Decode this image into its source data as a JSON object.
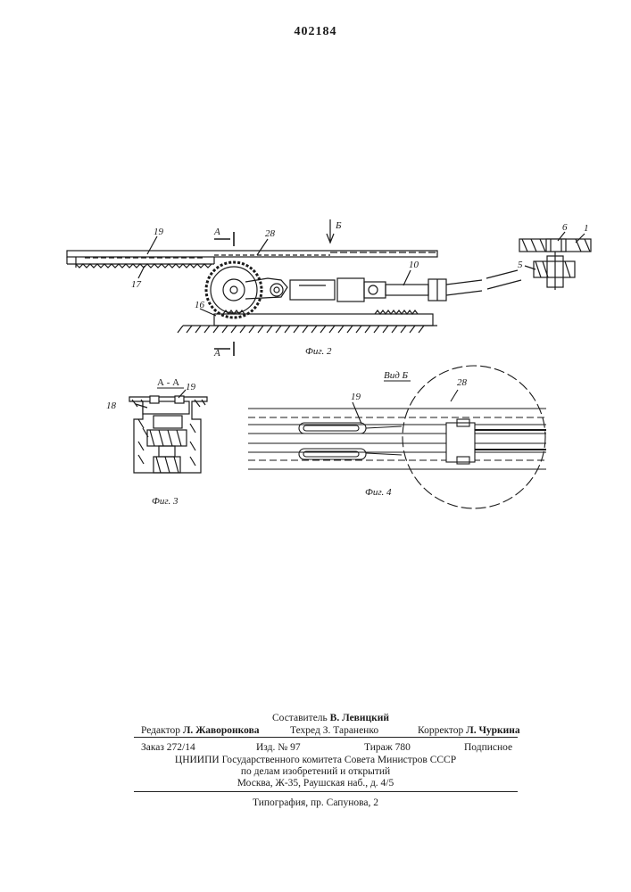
{
  "patent_number": "402184",
  "fig2": {
    "caption": "Фиг. 2",
    "section_letter": "А",
    "view_letter": "Б",
    "labels": [
      "19",
      "28",
      "17",
      "16",
      "10",
      "6",
      "1",
      "5"
    ]
  },
  "fig3": {
    "caption": "Фиг. 3",
    "section_title": "А - А",
    "labels": [
      "18",
      "19"
    ]
  },
  "fig4": {
    "caption": "Фиг. 4",
    "view_title": "Вид Б",
    "labels": [
      "28",
      "19"
    ]
  },
  "imprint": {
    "compiler": "Составитель",
    "compiler_name": "В. Левицкий",
    "editor": "Редактор",
    "editor_name": "Л. Жаворонкова",
    "techred": "Техред",
    "techred_name": "З. Тараненко",
    "corrector": "Корректор",
    "corrector_name": "Л. Чуркина",
    "order": "Заказ 272/14",
    "issue": "Изд. № 97",
    "circulation": "Тираж 780",
    "subscription": "Подписное",
    "org_line1": "ЦНИИПИ Государственного комитета Совета Министров СССР",
    "org_line2": "по делам изобретений и открытий",
    "org_line3": "Москва, Ж-35, Раушская наб., д. 4/5",
    "printer": "Типография, пр. Сапунова, 2"
  }
}
